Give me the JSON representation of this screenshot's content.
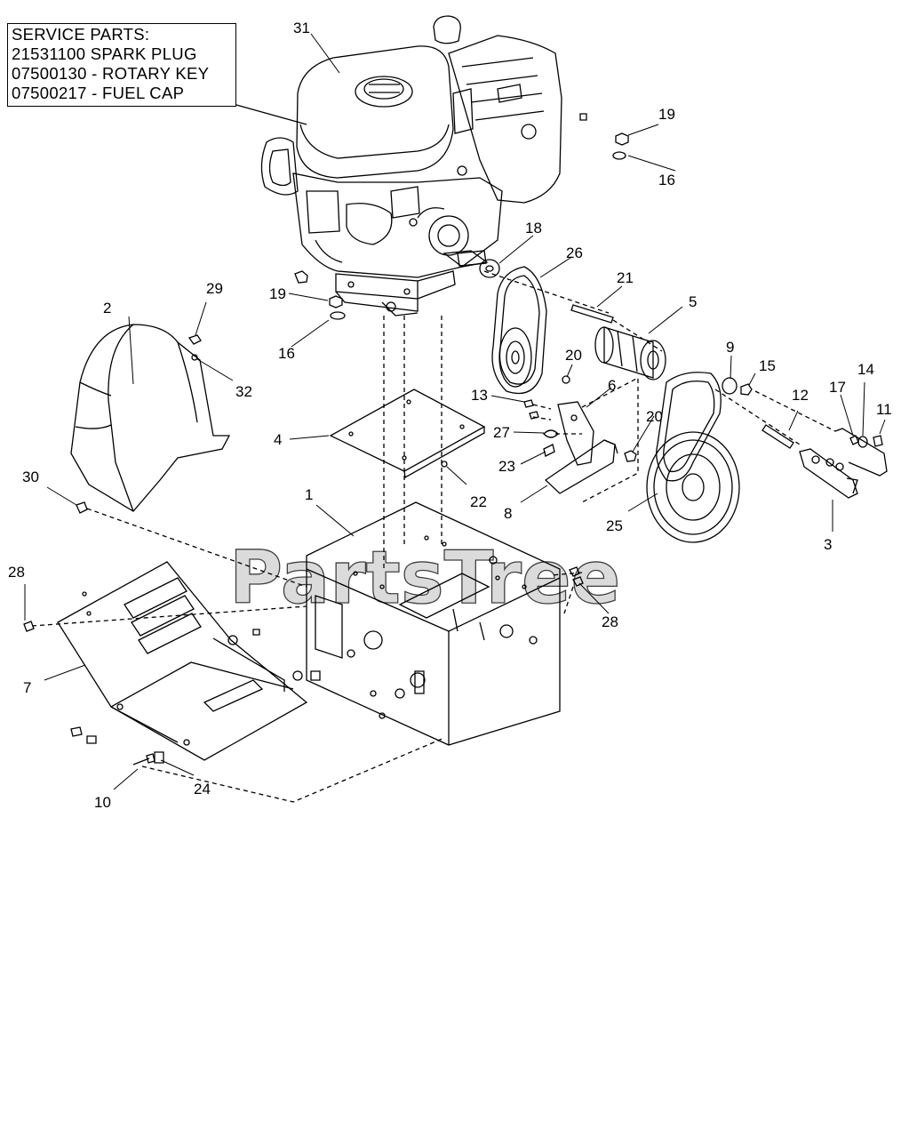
{
  "service_parts": {
    "title": "SERVICE PARTS:",
    "lines": [
      "21531100   SPARK PLUG",
      "07500130 - ROTARY KEY",
      "07500217 - FUEL CAP"
    ]
  },
  "watermark": "PartsTree",
  "callouts": [
    "31",
    "19",
    "16",
    "18",
    "26",
    "21",
    "5",
    "29",
    "2",
    "19",
    "16",
    "32",
    "9",
    "15",
    "20",
    "13",
    "6",
    "14",
    "17",
    "11",
    "12",
    "4",
    "27",
    "23",
    "20",
    "22",
    "8",
    "25",
    "3",
    "30",
    "1",
    "28",
    "28",
    "7",
    "10",
    "24"
  ],
  "colors": {
    "ink": "#000000",
    "paper": "#ffffff",
    "watermark": "#cfcfcf"
  }
}
